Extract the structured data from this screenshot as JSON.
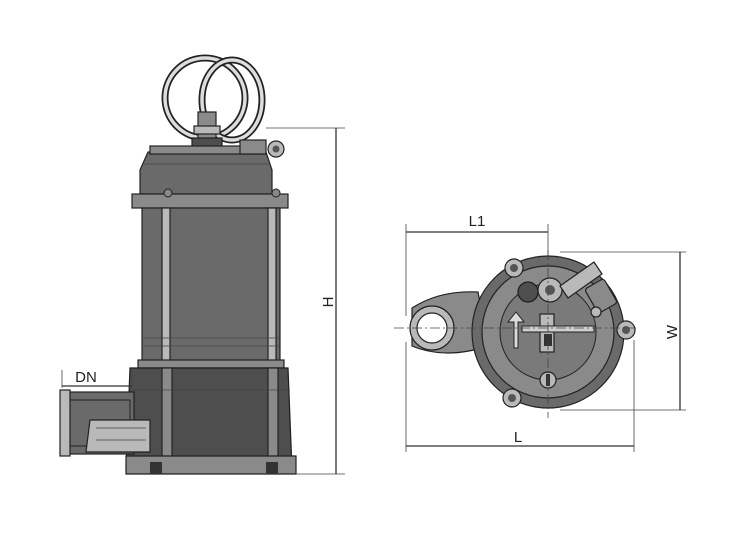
{
  "dimensions": {
    "height": "H",
    "outlet": "DN",
    "width": "W",
    "length": "L",
    "offset": "L1"
  }
}
